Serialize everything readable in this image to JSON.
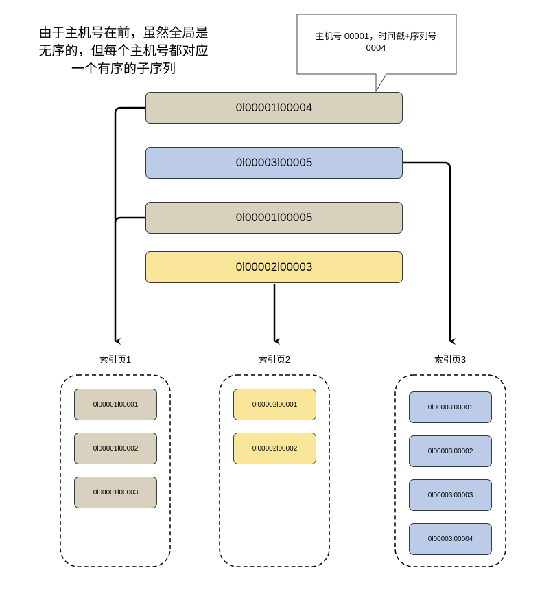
{
  "note": {
    "text": "由于主机号在前，虽然全局是\n无序的，但每个主机号都对应\n一个有序的子序列"
  },
  "callout": {
    "text": "主机号 00001，时间戳+序列号\n0004"
  },
  "records": [
    {
      "key": "0l00001l00004",
      "host": "00001",
      "color": "tan"
    },
    {
      "key": "0l00003l00005",
      "host": "00003",
      "color": "blue"
    },
    {
      "key": "0l00001l00005",
      "host": "00001",
      "color": "tan"
    },
    {
      "key": "0l00002l00003",
      "host": "00002",
      "color": "yellow"
    }
  ],
  "pages": [
    {
      "label": "索引页1",
      "color": "tan",
      "items": [
        "0l00001l00001",
        "0l00001l00002",
        "0l00001l00003"
      ]
    },
    {
      "label": "索引页2",
      "color": "yellow",
      "items": [
        "0l00002l00001",
        "0l00002l00002"
      ]
    },
    {
      "label": "索引页3",
      "color": "blue",
      "items": [
        "0l00003l00001",
        "0l00003l00002",
        "0l00003l00003",
        "0l00003l00004"
      ]
    }
  ],
  "colors": {
    "tan": "#d8d1be",
    "blue": "#bccbe8",
    "yellow": "#f9e69a",
    "stroke": "#36393d"
  }
}
